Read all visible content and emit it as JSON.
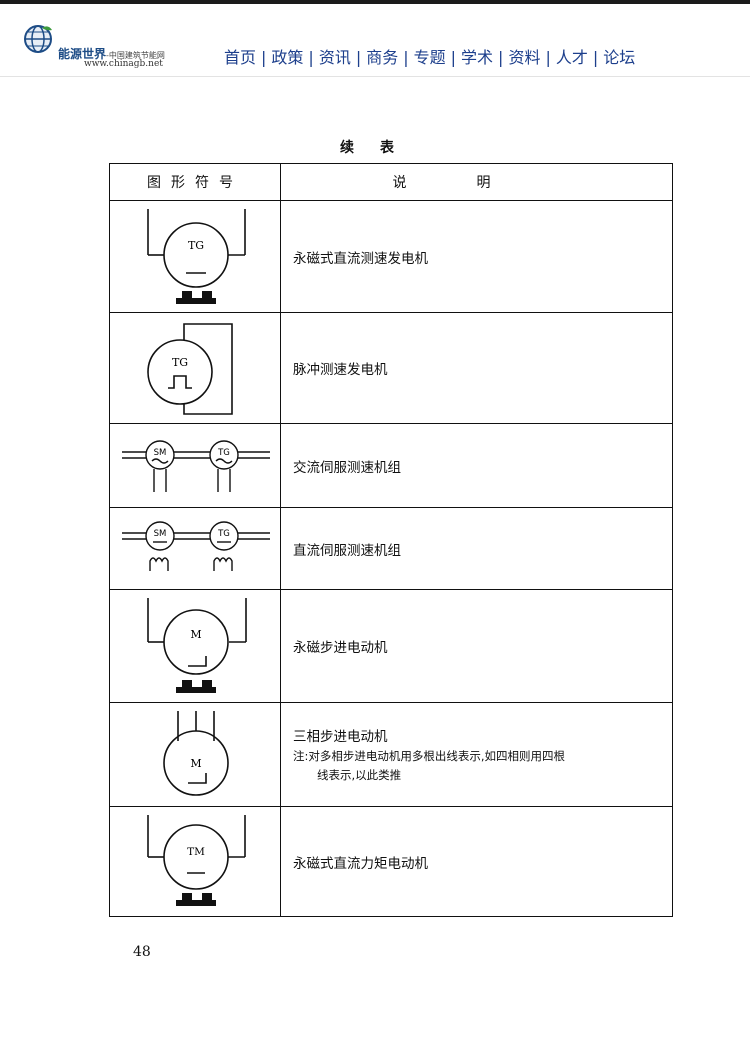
{
  "site": {
    "name": "能源世界",
    "tagline": "-中国建筑节能网",
    "url": "www.chinagb.net",
    "brand_color": "#1d3f8c"
  },
  "nav": [
    "首页",
    "政策",
    "资讯",
    "商务",
    "专题",
    "学术",
    "资料",
    "人才",
    "论坛"
  ],
  "document": {
    "title": "续表",
    "headers": [
      "图形符号",
      "说明"
    ],
    "rows": [
      {
        "symbol": "tg-permanent-magnet",
        "label": "TG",
        "description": "永磁式直流测速发电机"
      },
      {
        "symbol": "tg-pulse",
        "label": "TG",
        "description": "脉冲测速发电机"
      },
      {
        "symbol": "ac-servo-set",
        "labels": [
          "SM",
          "TG"
        ],
        "description": "交流伺服测速机组"
      },
      {
        "symbol": "dc-servo-set",
        "labels": [
          "SM",
          "TG"
        ],
        "description": "直流伺服测速机组"
      },
      {
        "symbol": "stepper-permanent-magnet",
        "label": "M",
        "description": "永磁步进电动机"
      },
      {
        "symbol": "stepper-three-phase",
        "label": "M",
        "description": "三相步进电动机",
        "note_line1": "注:对多相步进电动机用多根出线表示,如四相则用四根",
        "note_line2": "线表示,以此类推"
      },
      {
        "symbol": "torque-motor",
        "label": "TM",
        "description": "永磁式直流力矩电动机"
      }
    ],
    "page_number": "48"
  }
}
